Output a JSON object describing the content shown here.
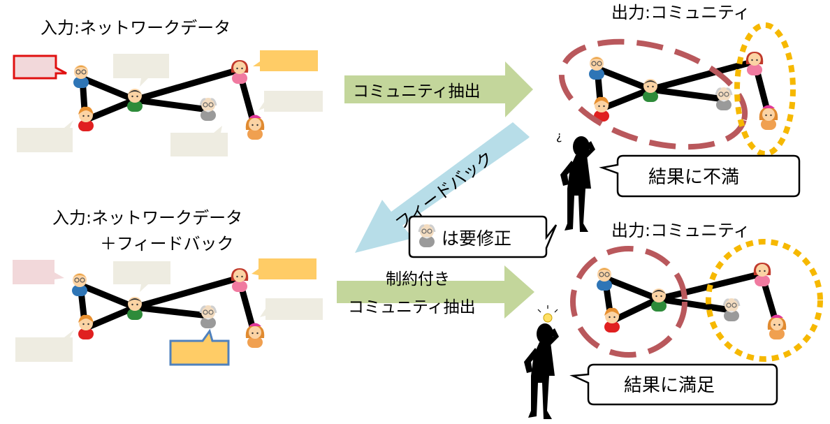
{
  "input_top": {
    "title": "入力:ネットワークデータ"
  },
  "input_bottom": {
    "title_line1": "入力:ネットワークデータ",
    "title_line2": "＋フィードバック"
  },
  "output_top": {
    "title": "出力:コミュニティ"
  },
  "output_bottom": {
    "title": "出力:コミュニティ"
  },
  "arrows": {
    "extract": "コミュニティ抽出",
    "feedback": "フィードバック",
    "constrained_line1": "制約付き",
    "constrained_line2": "コミュニティ抽出"
  },
  "speech": {
    "unsatisfied": "結果に不満",
    "needs_fix": "は要修正",
    "satisfied": "結果に満足"
  },
  "colors": {
    "arrow_green": "#c3d69b",
    "arrow_blue": "#b7dde8",
    "community_red": "#b9585c",
    "community_yellow": "#f6b800",
    "tag_red_border": "#e01010",
    "tag_pink": "#f2d8da",
    "tag_grey": "#eeece1",
    "tag_orange": "#ffcc66",
    "tag_blue_border": "#4f81bd"
  }
}
